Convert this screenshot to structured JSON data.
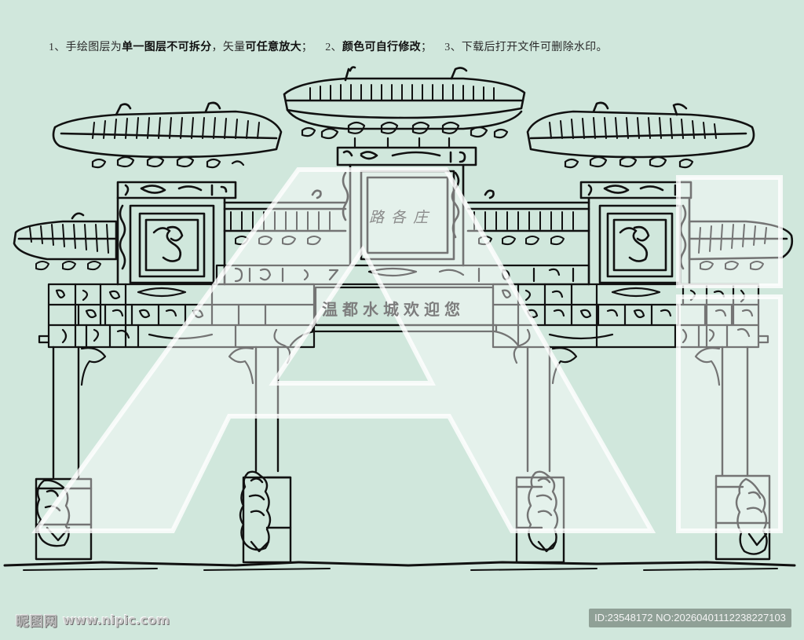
{
  "header": {
    "instruction_1_num": "1、",
    "instruction_1_pre": "手绘图层为",
    "instruction_1_bold": "单一图层不可拆分",
    "instruction_1_mid": "，矢量",
    "instruction_1_bold2": "可任意放大",
    "instruction_1_end": "；",
    "instruction_2_num": "2、",
    "instruction_2_bold": "颜色可自行修改",
    "instruction_2_end": "；",
    "instruction_3_num": "3、",
    "instruction_3_text": "下载后打开文件可删除水印。"
  },
  "illustration": {
    "subject": "hand-drawn Chinese memorial archway (paifang)",
    "plaque_top_text": "路各庄",
    "plaque_main_text": "温都水城欢迎您",
    "line_color": "#111111",
    "background_color": "#d0e7dc",
    "watermark_letters": "AI",
    "watermark_color": "#ffffff"
  },
  "watermark": {
    "site_name_cn": "昵图网",
    "site_url": "www.nipic.com",
    "id_label": "ID:23548172 NO:20260401112238227103"
  }
}
